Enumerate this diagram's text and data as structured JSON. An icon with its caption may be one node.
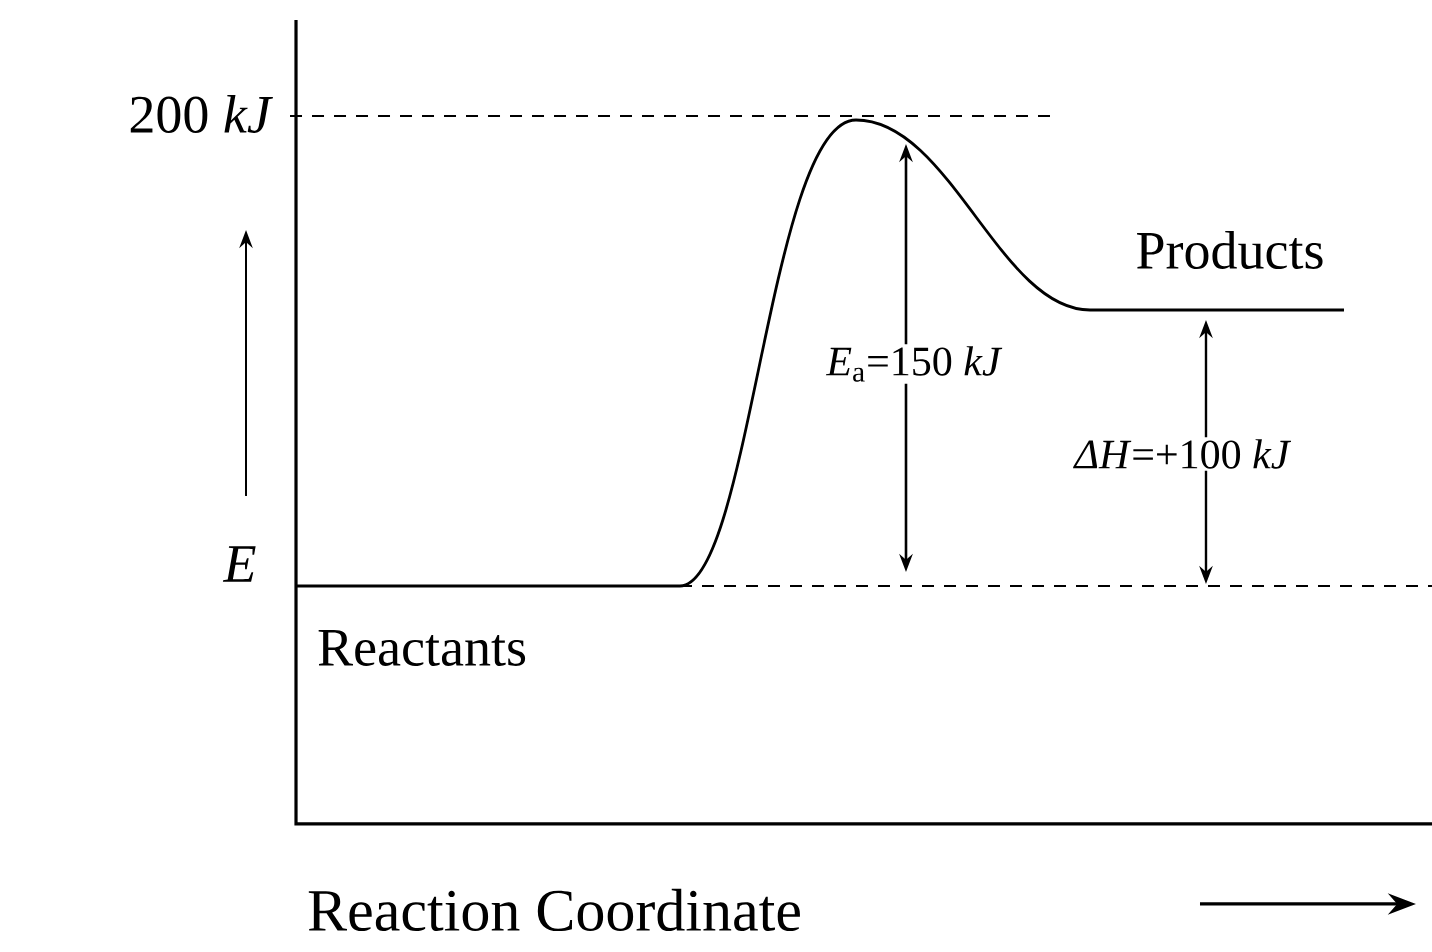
{
  "diagram": {
    "labels": [
      "200 *kJ*",
      "E",
      "Products",
      "*E*$_{a}$=150 *kJ*",
      "*ΔH*=+100 *kJ*",
      "Reactants",
      "Reaction Coordinate"
    ]
  }
}
